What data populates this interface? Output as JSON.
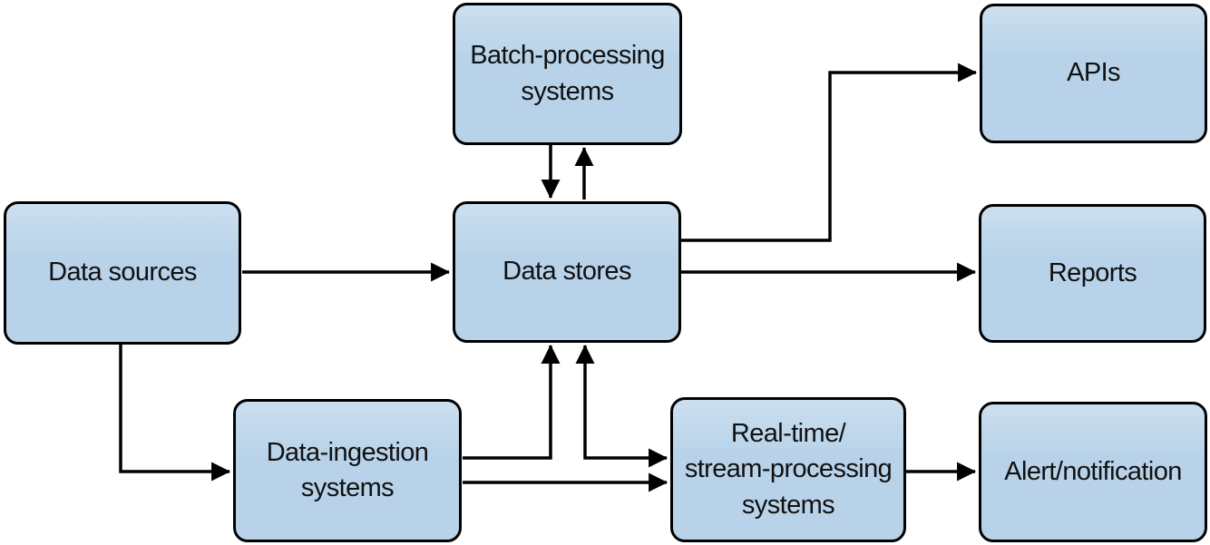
{
  "diagram": {
    "type": "flowchart",
    "nodes": {
      "data_sources": {
        "label": "Data sources"
      },
      "batch_processing": {
        "label": "Batch-processing\nsystems"
      },
      "data_stores": {
        "label": "Data stores"
      },
      "apis": {
        "label": "APIs"
      },
      "reports": {
        "label": "Reports"
      },
      "data_ingestion": {
        "label": "Data-ingestion\nsystems"
      },
      "stream_processing": {
        "label": "Real-time/\nstream-processing\nsystems"
      },
      "alert_notification": {
        "label": "Alert/notification"
      }
    },
    "edges": [
      {
        "from": "data_sources",
        "to": "data_stores"
      },
      {
        "from": "data_sources",
        "to": "data_ingestion"
      },
      {
        "from": "batch_processing",
        "to": "data_stores"
      },
      {
        "from": "data_stores",
        "to": "batch_processing"
      },
      {
        "from": "data_stores",
        "to": "apis"
      },
      {
        "from": "data_stores",
        "to": "reports"
      },
      {
        "from": "data_ingestion",
        "to": "data_stores"
      },
      {
        "from": "data_ingestion",
        "to": "stream_processing"
      },
      {
        "from": "stream_processing",
        "to": "data_stores"
      },
      {
        "from": "stream_processing",
        "to": "alert_notification"
      }
    ],
    "colors": {
      "node_fill": "#b8d3e9",
      "node_border": "#000000",
      "arrow": "#000000",
      "text": "#111111",
      "background": "#ffffff"
    }
  }
}
